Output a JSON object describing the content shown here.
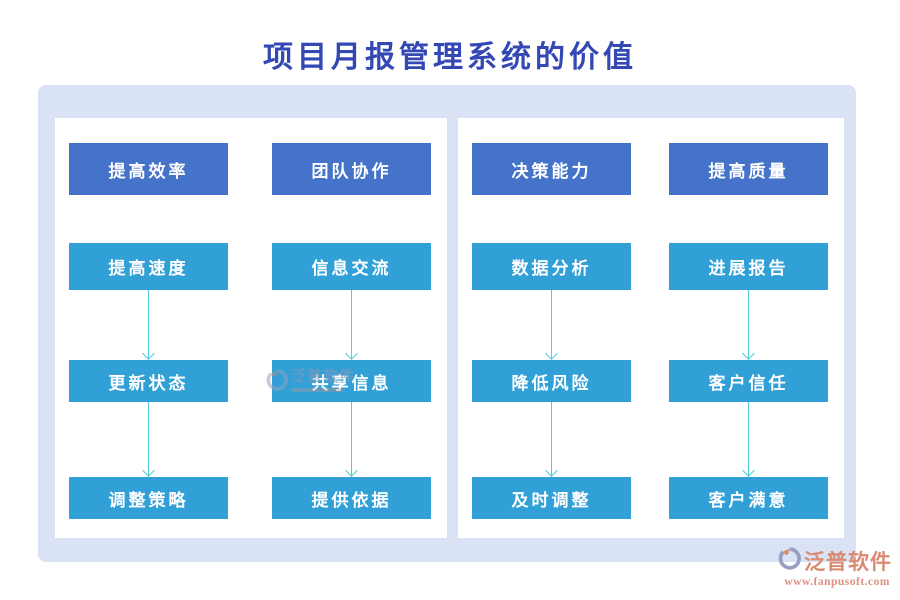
{
  "page": {
    "title": "项目月报管理系统的价值"
  },
  "colors": {
    "title": "#3448b4",
    "frame": "#dae2f5",
    "panel": "#ffffff",
    "header-box": "#4573c9",
    "item-box": "#31a0d6",
    "box-text": "#ffffff",
    "arrow": "#4ecdd6",
    "brand": "#d98a72",
    "brand-url": "#e09080",
    "watermark": "#8e98b8"
  },
  "diagram": {
    "panels": [
      {
        "columns": [
          {
            "header": "提高效率",
            "items": [
              "提高速度",
              "更新状态",
              "调整策略"
            ]
          },
          {
            "header": "团队协作",
            "items": [
              "信息交流",
              "共享信息",
              "提供依据"
            ]
          }
        ]
      },
      {
        "columns": [
          {
            "header": "决策能力",
            "items": [
              "数据分析",
              "降低风险",
              "及时调整"
            ]
          },
          {
            "header": "提高质量",
            "items": [
              "进展报告",
              "客户信任",
              "客户满意"
            ]
          }
        ]
      }
    ]
  },
  "watermark": {
    "text": "泛普软件"
  },
  "footer": {
    "brand": "泛普软件",
    "url": "www.fanpusoft.com"
  }
}
